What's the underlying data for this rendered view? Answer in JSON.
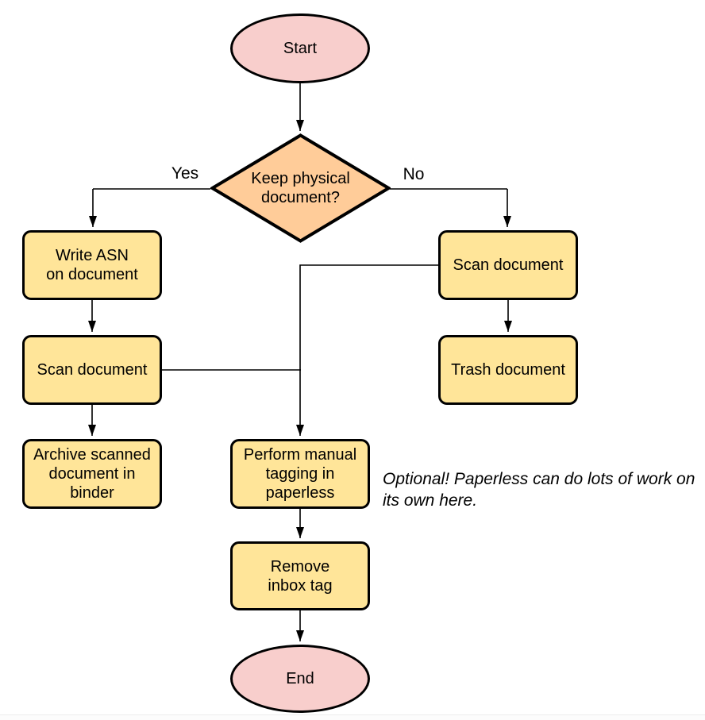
{
  "colors": {
    "terminal_fill": "#F8CECC",
    "decision_fill": "#FFCC99",
    "process_fill": "#FFE599",
    "shape_stroke": "#000000",
    "connector_stroke": "#000000",
    "text": "#000000",
    "bottom_divider": "#EDEDED"
  },
  "nodes": {
    "start": {
      "type": "terminator",
      "label": "Start"
    },
    "decision": {
      "type": "decision",
      "label": "Keep physical\ndocument?"
    },
    "write_asn": {
      "type": "process",
      "label": "Write ASN\non document"
    },
    "scan_left": {
      "type": "process",
      "label": "Scan document"
    },
    "archive": {
      "type": "process",
      "label": "Archive scanned\ndocument in\nbinder"
    },
    "scan_right": {
      "type": "process",
      "label": "Scan document"
    },
    "trash": {
      "type": "process",
      "label": "Trash document"
    },
    "tagging": {
      "type": "process",
      "label": "Perform manual\ntagging in\npaperless"
    },
    "remove_inbox": {
      "type": "process",
      "label": "Remove\ninbox tag"
    },
    "end": {
      "type": "terminator",
      "label": "End"
    }
  },
  "edge_labels": {
    "yes": "Yes",
    "no": "No"
  },
  "annotation": {
    "text": "Optional! Paperless can do lots of work on\nits own here."
  }
}
